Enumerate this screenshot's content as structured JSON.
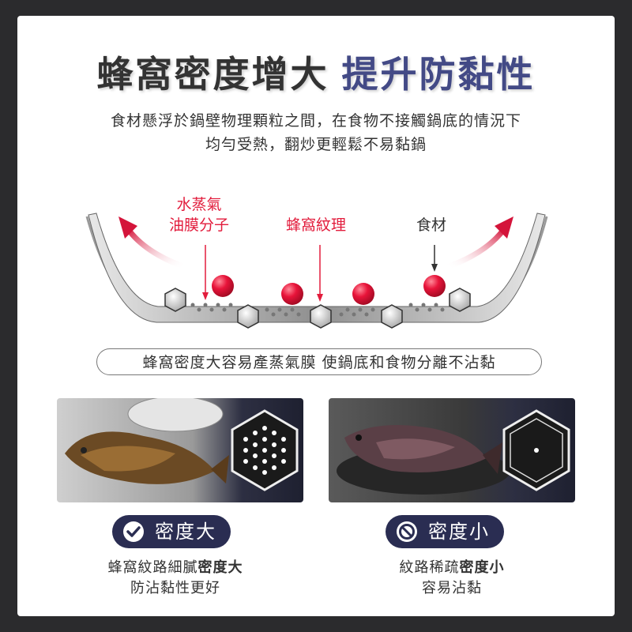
{
  "title": {
    "main": "蜂窩密度增大",
    "accent": "提升防黏性"
  },
  "subtitle": {
    "line1": "食材懸浮於鍋壁物理顆粒之間，在食物不接觸鍋底的情況下",
    "line2": "均勻受熱，翻炒更輕鬆不易黏鍋"
  },
  "diagram": {
    "label_steam_line1": "水蒸氣",
    "label_steam_line2": "油膜分子",
    "label_honeycomb": "蜂窩紋理",
    "label_food": "食材"
  },
  "pill_text": "蜂窩密度大容易產蒸氣膜 使鍋底和食物分離不沾黏",
  "left_panel": {
    "badge": "密度大",
    "caption_line1_plain": "蜂窩紋路細膩",
    "caption_line1_bold": "密度大",
    "caption_line2": "防沾黏性更好"
  },
  "right_panel": {
    "badge": "密度小",
    "caption_line1_plain": "紋路稀疏",
    "caption_line1_bold": "密度小",
    "caption_line2": "容易沾黏"
  },
  "colors": {
    "accent_title": "#434a86",
    "red": "#e21c3c",
    "badge_bg": "#2a2d52",
    "background": "#2b2b2d"
  },
  "icons": {
    "good_badge": "check-circle-icon",
    "bad_badge": "prohibited-circle-icon",
    "hex_dense": "dense-hexagon-icon",
    "hex_sparse": "sparse-hexagon-icon"
  }
}
